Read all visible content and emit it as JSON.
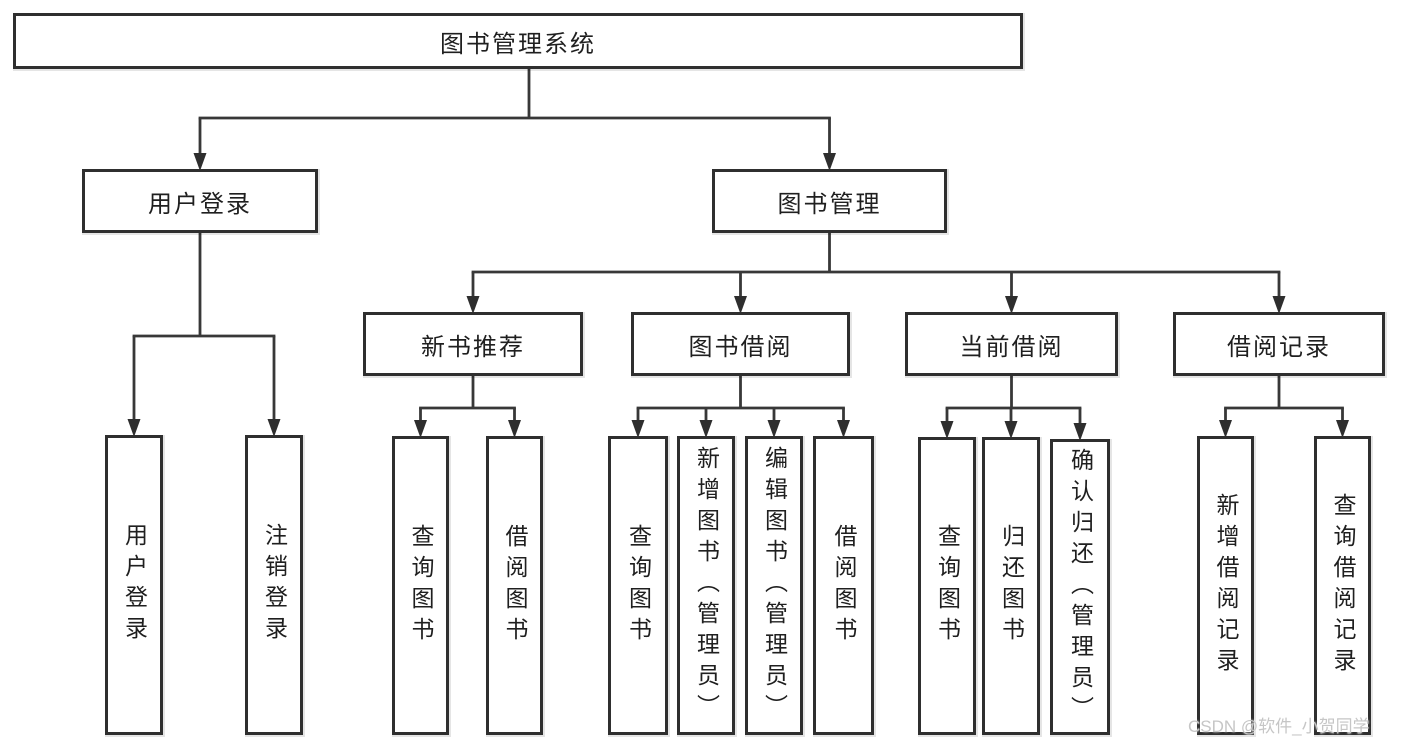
{
  "diagram": {
    "title": "图书管理系统",
    "type": "tree-structure-chart",
    "colors": {
      "background": "#ffffff",
      "box_border": "#2f2f2f",
      "line": "#383838",
      "text": "#1f1f1f",
      "watermark": "#c6c6c6"
    },
    "nodes": {
      "root": {
        "label": "图书管理系统"
      },
      "user_login": {
        "label": "用户登录",
        "parent": "root"
      },
      "book_mgmt": {
        "label": "图书管理",
        "parent": "root"
      },
      "leaf_user_login": {
        "label": "用户登录",
        "parent": "user_login"
      },
      "leaf_logout": {
        "label": "注销登录",
        "parent": "user_login"
      },
      "new_books": {
        "label": "新书推荐",
        "parent": "book_mgmt"
      },
      "book_borrow": {
        "label": "图书借阅",
        "parent": "book_mgmt"
      },
      "current_borrow": {
        "label": "当前借阅",
        "parent": "book_mgmt"
      },
      "borrow_records": {
        "label": "借阅记录",
        "parent": "book_mgmt"
      },
      "leaf_nb_query": {
        "label": "查询图书",
        "parent": "new_books"
      },
      "leaf_nb_borrow": {
        "label": "借阅图书",
        "parent": "new_books"
      },
      "leaf_bb_query": {
        "label": "查询图书",
        "parent": "book_borrow"
      },
      "leaf_bb_add": {
        "label": "新增图书（管理员）",
        "parent": "book_borrow"
      },
      "leaf_bb_edit": {
        "label": "编辑图书（管理员）",
        "parent": "book_borrow"
      },
      "leaf_bb_borrow": {
        "label": "借阅图书",
        "parent": "book_borrow"
      },
      "leaf_cb_query": {
        "label": "查询图书",
        "parent": "current_borrow"
      },
      "leaf_cb_return": {
        "label": "归还图书",
        "parent": "current_borrow"
      },
      "leaf_cb_confirm": {
        "label": "确认归还（管理员）",
        "parent": "current_borrow"
      },
      "leaf_br_add": {
        "label": "新增借阅记录",
        "parent": "borrow_records"
      },
      "leaf_br_query": {
        "label": "查询借阅记录",
        "parent": "borrow_records"
      }
    }
  },
  "watermark": {
    "text": "CSDN @软件_小贺同学"
  }
}
